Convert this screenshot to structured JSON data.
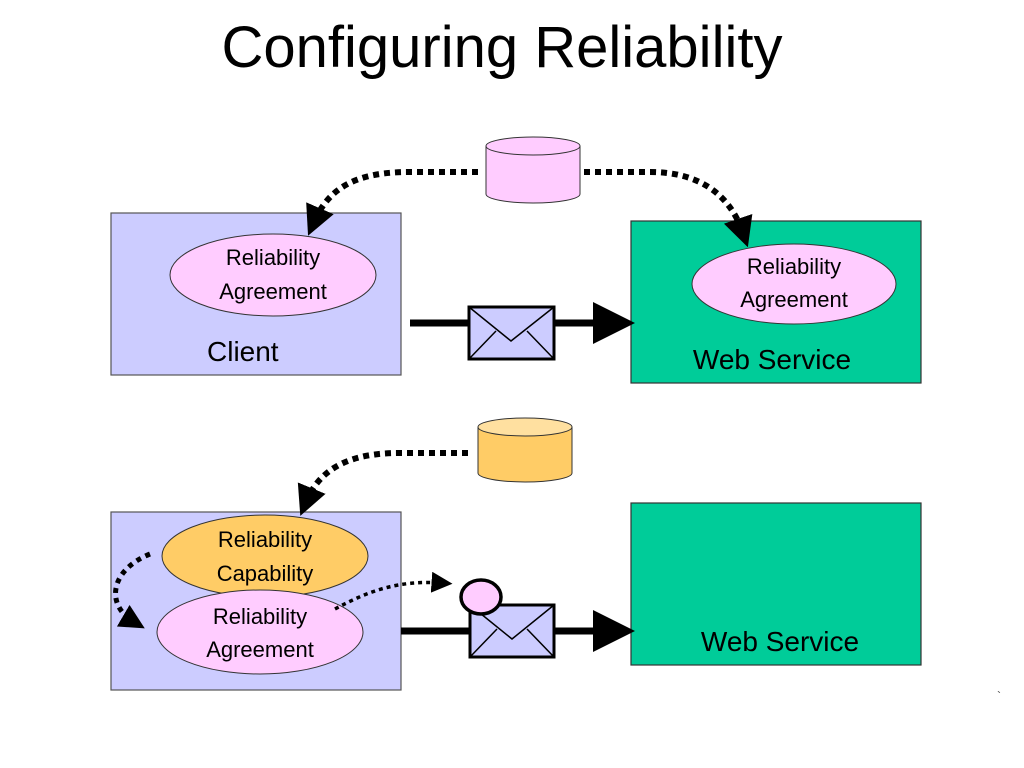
{
  "title": "Configuring Reliability",
  "colors": {
    "client_fill": "#ccccff",
    "service_fill": "#00cc99",
    "agreement_fill": "#ffccff",
    "capability_fill": "#ffcc66",
    "envelope_fill": "#ccccff",
    "policy_store_top_fill": "#ffccff",
    "policy_store_bottom_fill": "#ffcc66",
    "arrow": "#000000"
  },
  "top_scenario": {
    "client": {
      "label": "Client"
    },
    "client_agreement": {
      "line1": "Reliability",
      "line2": "Agreement"
    },
    "service": {
      "label": "Web Service"
    },
    "service_agreement": {
      "line1": "Reliability",
      "line2": "Agreement"
    },
    "store_icon": "database-cylinder-icon",
    "message_icon": "envelope-icon"
  },
  "bottom_scenario": {
    "client_capability": {
      "line1": "Reliability",
      "line2": "Capability"
    },
    "client_agreement": {
      "line1": "Reliability",
      "line2": "Agreement"
    },
    "service": {
      "label": "Web Service"
    },
    "store_icon": "database-cylinder-icon",
    "message_icon": "envelope-with-header-icon"
  },
  "stray_mark": "`"
}
